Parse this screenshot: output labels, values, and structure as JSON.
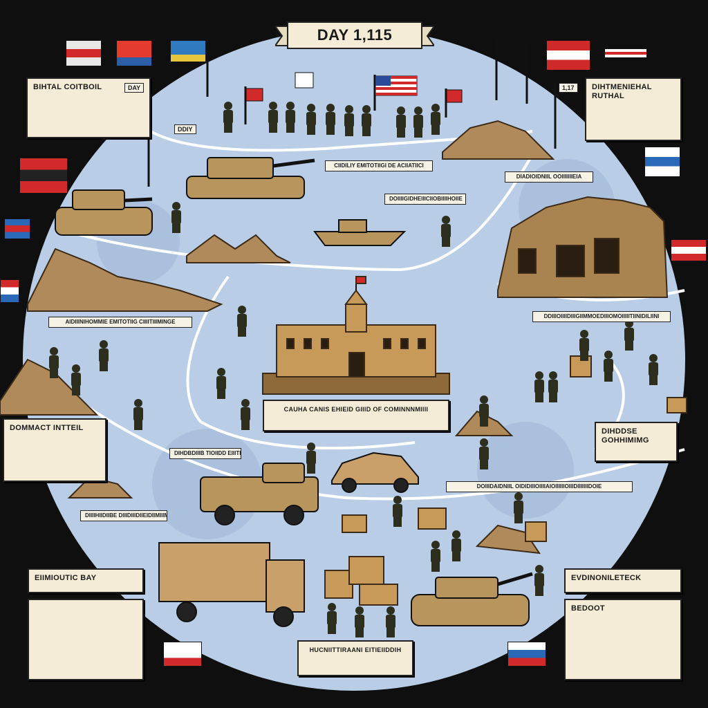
{
  "title": "DAY 1,115",
  "colors": {
    "background": "#0f0f10",
    "map_water": "#b9cde6",
    "panel": "#f4ecd6",
    "soldier": "#2e2e1e",
    "rubble": "#b08a5a",
    "route": "#ffffff"
  },
  "cards": {
    "top_left": {
      "heading": "BIHTAL COITBOIL",
      "body": ""
    },
    "top_right": {
      "heading": "DIHTMENIEHAL RUTHAL",
      "body": ""
    },
    "mid_left": {
      "heading": "DOMMACT INTTEIL",
      "body": ""
    },
    "mid_right": {
      "heading": "DIHDDSE GOHHIMIMG",
      "body": ""
    },
    "bottom_left": {
      "heading": "EIIMIOUTIC BAY",
      "body": ""
    },
    "bottom_right": {
      "heading": "EVDINONILETECK",
      "body": ""
    },
    "bottom_right_sub": {
      "heading": "BEDOOT"
    },
    "center_building": {
      "heading": "CAUHA CANIS EHIEID GIIID OF COMINNNMIIII",
      "body": ""
    },
    "bottom_center": {
      "heading": "HUCNIITTIRAANI EITIEIIDDIH",
      "body": ""
    }
  },
  "tags": {
    "day_left": "DAY",
    "day_right": "1,17",
    "dirt_road": "DDIY"
  },
  "labels": {
    "top_center": "CIIDILIY EMITOTIIGI DE ACIIATIICI",
    "right_upper": "DIADIOIDNIIL OOIIIIIIIEIA",
    "center_upper": "DOIIIIGIDHEIIICIIOBIIIIHOIIE",
    "left_mid": "AIDIIINIHOMMIE EMITOTIIG CIIIITIIIMINGE",
    "right_mid": "DDIIIOIIIIDIIIGIIMMOEDIIIOMOIIIIITIINIDILIINI",
    "center_small": "DIHDBDIIIB TIOIIDD EIIITIMIH",
    "bottom_wide": "DOIIIDAIDNIIL OIDIDIIIOIIIIAIOIIIIIIOIIIDIIIIIIIDOIE",
    "left_low": "DIIIIHIIDIIBE DIIIDIIIDIIEIDIIMIIIM"
  },
  "flags": [
    {
      "colors": [
        "#e8e8e8",
        "#d22a2a",
        "#e8e8e8"
      ]
    },
    {
      "colors": [
        "#e33b2e",
        "#e33b2e",
        "#2d5ea8"
      ]
    },
    {
      "colors": [
        "#2f7ac0",
        "#2f7ac0",
        "#e6c63c"
      ]
    },
    {
      "colors": [
        "#cf2a2a",
        "#ffffff",
        "#cf2a2a"
      ]
    },
    {
      "colors": [
        "#ffffff",
        "#d22a2a",
        "#ffffff"
      ]
    },
    {
      "colors": [
        "#d22a2a",
        "#222222",
        "#d22a2a"
      ]
    },
    {
      "colors": [
        "#2a68b8",
        "#d22a2a",
        "#2a68b8"
      ]
    },
    {
      "colors": [
        "#d22a2a",
        "#ffffff",
        "#2a68b8"
      ]
    },
    {
      "colors": [
        "#ffffff",
        "#2a68b8",
        "#ffffff"
      ]
    },
    {
      "colors": [
        "#d22a2a",
        "#ffffff",
        "#d22a2a"
      ]
    },
    {
      "colors": [
        "#ffffff",
        "#ffffff",
        "#d22a2a"
      ]
    },
    {
      "colors": [
        "#ffffff",
        "#2a68b8",
        "#d22a2a"
      ]
    }
  ]
}
